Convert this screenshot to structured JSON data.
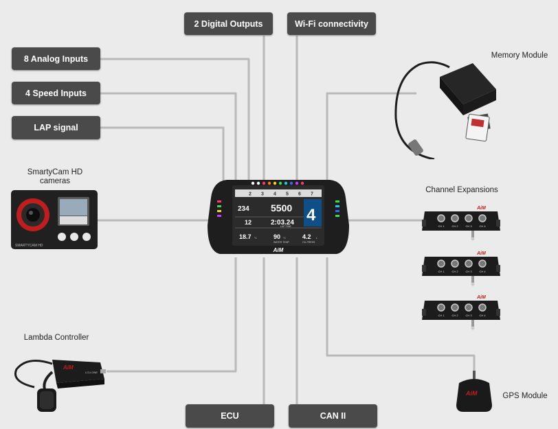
{
  "pills": {
    "digital_outputs": "2 Digital Outputs",
    "wifi": "Wi-Fi connectivity",
    "analog_inputs": "8 Analog Inputs",
    "speed_inputs": "4 Speed Inputs",
    "lap_signal": "LAP signal",
    "ecu": "ECU",
    "can": "CAN II"
  },
  "labels": {
    "smartycam": "SmartyCam HD\ncameras",
    "memory_module": "Memory Module",
    "channel_expansions": "Channel Expansions",
    "lambda_controller": "Lambda Controller",
    "gps_module": "GPS Module"
  },
  "dash": {
    "gears": [
      "2",
      "3",
      "4",
      "5",
      "6",
      "7"
    ],
    "speed": "234",
    "rpm": "5500",
    "gear": "4",
    "lap_no": "12",
    "lap_time": "2:03.24",
    "lap_time_label": "LAP TIME",
    "temp1": "18.7",
    "temp1_unit": "°C",
    "temp2": "90",
    "temp2_unit": "°C",
    "temp2_label": "WATER TEMP",
    "fuel": "4.2",
    "fuel_unit": "L",
    "fuel_label": "OIL PRESS",
    "brand": "AiM"
  },
  "devices": {
    "brand": "AiM",
    "expansion_channels": [
      "CH 1",
      "CH 2",
      "CH 3",
      "CH 4"
    ],
    "lambda_text": "LCU-ONE",
    "smartycam_text": "SMARTYCAM HD"
  },
  "colors": {
    "wire": "#b9b9b9",
    "pill": "#4a4a4a",
    "device": "#1e1e1e",
    "screen": "#2b2b2b",
    "gear_box": "#0d4f86",
    "led_colors": [
      "#ffffff",
      "#ff3b6b",
      "#ff7b1a",
      "#ffd21a",
      "#3ddc4a",
      "#1ec8e8",
      "#3a66ff",
      "#c43cff"
    ]
  }
}
